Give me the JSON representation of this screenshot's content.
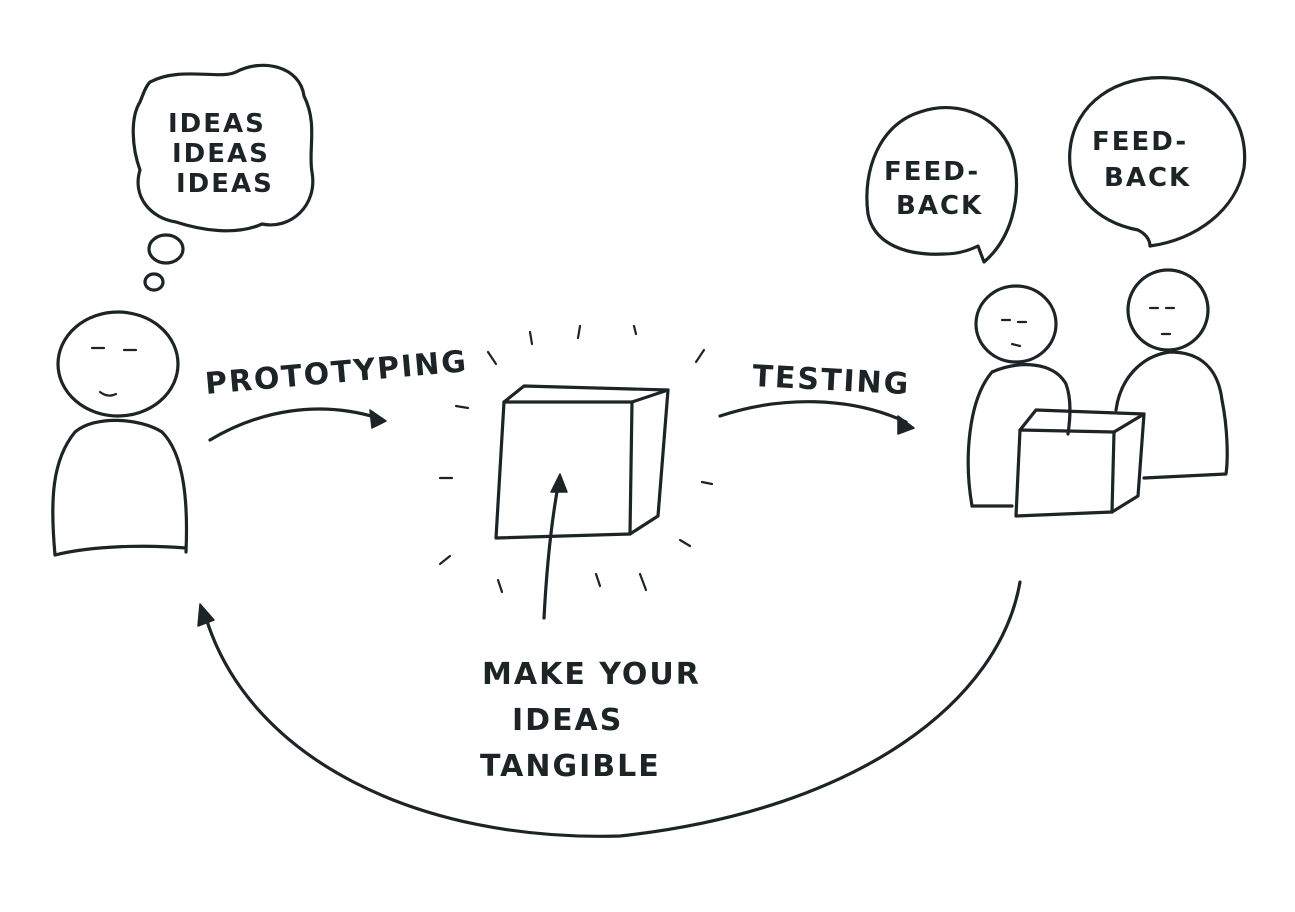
{
  "thought_bubble": {
    "lines": [
      "IDEAS",
      "IDEAS",
      "IDEAS"
    ]
  },
  "labels": {
    "prototyping": "PROTOTYPING",
    "testing": "TESTING",
    "caption_line1": "MAKE YOUR",
    "caption_line2": "IDEAS",
    "caption_line3": "TANGIBLE"
  },
  "speech_bubbles": [
    {
      "line1": "FEED-",
      "line2": "BACK"
    },
    {
      "line1": "FEED-",
      "line2": "BACK"
    }
  ],
  "colors": {
    "ink": "#1c2426",
    "paper": "#ffffff"
  }
}
